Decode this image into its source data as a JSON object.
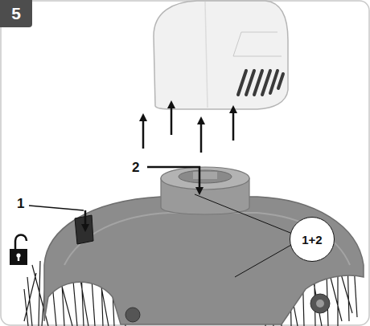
{
  "diagram": {
    "nodes": [
      {
        "text": [
          "5"
        ]
      },
      {
        "text": [
          "1+2"
        ]
      }
    ],
    "labels": [
      "1",
      "2"
    ]
  }
}
